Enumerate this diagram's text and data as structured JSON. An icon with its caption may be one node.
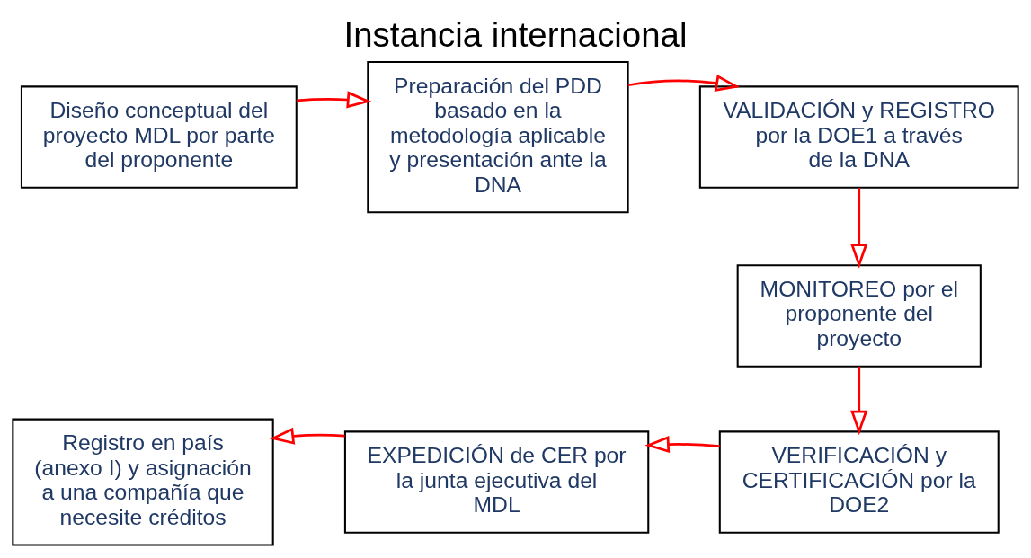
{
  "diagram": {
    "title": "Instancia internacional",
    "nodes": [
      {
        "text": [
          "Diseño conceptual del proyecto MDL por parte del proponente"
        ]
      },
      {
        "text": [
          "Preparación del PDD basado en la metodología aplicable y presentación ante la DNA"
        ]
      },
      {
        "text": [
          "VALIDACIÓN y REGISTRO por la DOE1 a través de la DNA"
        ]
      },
      {
        "text": [
          "MONITOREO por el proponente del proyecto"
        ]
      },
      {
        "text": [
          "VERIFICACIÓN y CERTIFICACIÓN por la DOE2"
        ]
      },
      {
        "text": [
          "EXPEDICIÓN de CER por la junta ejecutiva del MDL"
        ]
      },
      {
        "text": [
          "Registro en país (anexo I) y asignación a una compañía que necesite créditos"
        ]
      }
    ],
    "edges": [
      {
        "from": 0,
        "to": 1,
        "arrow": "to"
      },
      {
        "from": 1,
        "to": 2,
        "arrow": "to"
      },
      {
        "from": 2,
        "to": 3,
        "arrow": "to"
      },
      {
        "from": 3,
        "to": 4,
        "arrow": "to"
      },
      {
        "from": 4,
        "to": 5,
        "arrow": "to"
      },
      {
        "from": 5,
        "to": 6,
        "arrow": "to"
      }
    ]
  }
}
